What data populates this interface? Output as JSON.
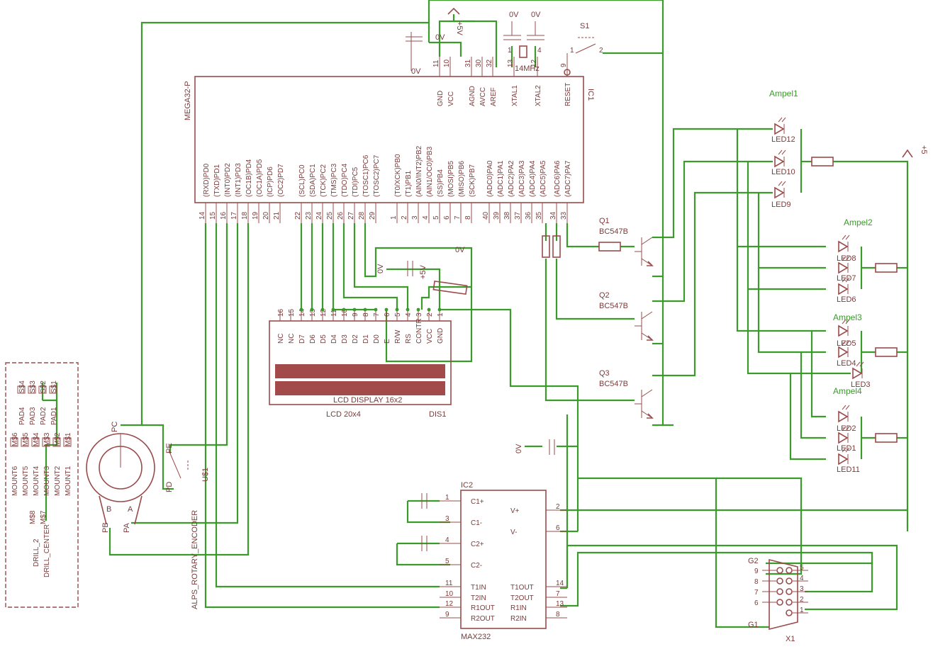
{
  "mcu": {
    "name": "MEGA32-P",
    "ref": "IC1",
    "top_pins": [
      "GND",
      "VCC",
      "AGND",
      "AVCC",
      "AREF",
      "XTAL1",
      "XTAL2",
      "RESET"
    ],
    "top_nums": [
      "11",
      "10",
      "31",
      "30",
      "32",
      "13",
      "12",
      "9"
    ],
    "bottom_pins": [
      "(RXD)PD0",
      "(TXD)PD1",
      "(INT0)PD2",
      "(INT1)PD3",
      "(OC1B)PD4",
      "(OC1A)PD5",
      "(ICP)PD6",
      "(OC2)PD7",
      "(SCL)PC0",
      "(SDA)PC1",
      "(TCK)PC2",
      "(TMS)PC3",
      "(TDO)PC4",
      "(TDI)PC5",
      "(TOSC1)PC6",
      "(TOSC2)PC7",
      "(T0/XCK)PB0",
      "(T1)PB1",
      "(AIN0/INT2)PB2",
      "(AIN1/OC0)PB3",
      "(SS)PB4",
      "(MOSI)PB5",
      "(MISO)PB6",
      "(SCK)PB7",
      "(ADC0)PA0",
      "(ADC1)PA1",
      "(ADC2)PA2",
      "(ADC3)PA3",
      "(ADC4)PA4",
      "(ADC5)PA5",
      "(ADC6)PA6",
      "(ADC7)PA7"
    ],
    "bottom_nums": [
      "14",
      "15",
      "16",
      "17",
      "18",
      "19",
      "20",
      "21",
      "22",
      "23",
      "24",
      "25",
      "26",
      "27",
      "28",
      "29",
      "1",
      "2",
      "3",
      "4",
      "5",
      "6",
      "7",
      "8",
      "40",
      "39",
      "38",
      "37",
      "36",
      "35",
      "34",
      "33"
    ]
  },
  "crystal": {
    "label": "14MHz",
    "pin_a": "1",
    "pin_b": "4"
  },
  "switch": {
    "name": "S1",
    "pin1": "1",
    "pin2": "2"
  },
  "power": {
    "gnd": "0V",
    "vcc": "+5V",
    "vcc_right": "+5"
  },
  "lcd": {
    "pins": [
      "NC",
      "NC",
      "D7",
      "D6",
      "D5",
      "D4",
      "D3",
      "D2",
      "D1",
      "D0",
      "E",
      "R/W",
      "RS",
      "CONTR",
      "VCC",
      "GND"
    ],
    "nums": [
      "16",
      "15",
      "14",
      "13",
      "12",
      "11",
      "10",
      "9",
      "8",
      "7",
      "6",
      "5",
      "4",
      "3",
      "2",
      "1"
    ],
    "caption": "LCD DISPLAY 16x2",
    "value": "LCD 20x4",
    "ref": "DIS1"
  },
  "transistors": [
    {
      "name": "Q1",
      "type": "BC547B"
    },
    {
      "name": "Q2",
      "type": "BC547B"
    },
    {
      "name": "Q3",
      "type": "BC547B"
    }
  ],
  "ampel_groups": [
    "Ampel1",
    "Ampel2",
    "Ampel3",
    "Ampel4"
  ],
  "leds": [
    "LED12",
    "LED10",
    "LED9",
    "LED8",
    "LED7",
    "LED6",
    "LED5",
    "LED4",
    "LED3",
    "LED2",
    "LED1",
    "LED11"
  ],
  "max232": {
    "ref": "IC2",
    "name": "MAX232",
    "left_pins": [
      "C1+",
      "C1-",
      "C2+",
      "C2-",
      "T1IN",
      "T2IN",
      "R1OUT",
      "R2OUT"
    ],
    "left_nums": [
      "1",
      "3",
      "4",
      "5",
      "11",
      "10",
      "12",
      "9"
    ],
    "right_pins": [
      "V+",
      "V-",
      "T1OUT",
      "T2OUT",
      "R1IN",
      "R2IN"
    ],
    "right_nums": [
      "2",
      "6",
      "14",
      "7",
      "13",
      "8"
    ]
  },
  "dsub": {
    "ref": "X1",
    "g1": "G1",
    "g2": "G2",
    "left_nums": [
      "9",
      "8",
      "7",
      "6"
    ],
    "right_nums": [
      "5",
      "4",
      "3",
      "2",
      "1"
    ]
  },
  "encoder": {
    "name": "ALPS_ROTARY_ENCODER",
    "ref": "U$1",
    "pins": [
      "PC",
      "PE",
      "PD",
      "PB",
      "PA",
      "B",
      "A"
    ]
  },
  "mount": {
    "pads": [
      "S$4",
      "S$3",
      "S$2",
      "S$1",
      "PAD4",
      "PAD3",
      "PAD2",
      "PAD1",
      "M$6",
      "M$5",
      "M$4",
      "M$3",
      "M$2",
      "M$1"
    ],
    "mount_labels": [
      "MOUNT6",
      "MOUNT5",
      "MOUNT4",
      "MOUNT3",
      "MOUNT2",
      "MOUNT1"
    ],
    "ms": [
      "M$8",
      "M$7"
    ],
    "drill": [
      "DRILL_2",
      "DRILL_CENTER"
    ]
  },
  "colors": {
    "wire": "#3a9a2a",
    "component": "#9a4b4b",
    "text": "#7a3b3b",
    "lcd_bar": "#a34a4a"
  }
}
